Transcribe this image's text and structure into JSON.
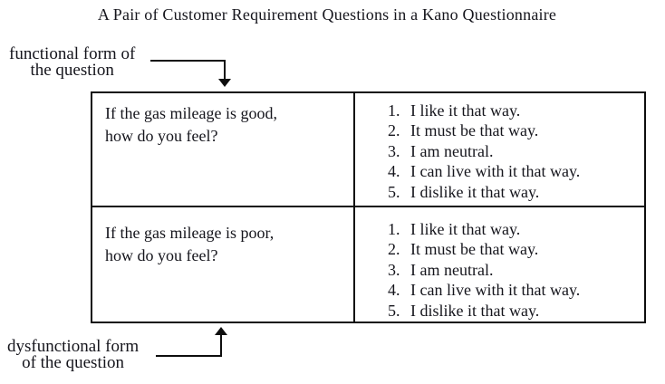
{
  "title": "A Pair of Customer Requirement Questions in a Kano Questionnaire",
  "labels": {
    "functional": {
      "line1": "functional form of",
      "line2": "the question"
    },
    "dysfunctional": {
      "line1": "dysfunctional form",
      "line2": "of the question"
    }
  },
  "table": {
    "rows": [
      {
        "form": "functional",
        "question": {
          "line1": "If the gas mileage is good,",
          "line2": "how do you feel?"
        },
        "options": [
          {
            "num": "1.",
            "text": "I like it that way."
          },
          {
            "num": "2.",
            "text": "It must be that way."
          },
          {
            "num": "3.",
            "text": "I am neutral."
          },
          {
            "num": "4.",
            "text": "I can live with it that way."
          },
          {
            "num": "5.",
            "text": "I dislike it that way."
          }
        ]
      },
      {
        "form": "dysfunctional",
        "question": {
          "line1": "If the gas mileage is poor,",
          "line2": "how do you feel?"
        },
        "options": [
          {
            "num": "1.",
            "text": "I like it that way."
          },
          {
            "num": "2.",
            "text": "It must be that way."
          },
          {
            "num": "3.",
            "text": "I am neutral."
          },
          {
            "num": "4.",
            "text": "I can live with it that way."
          },
          {
            "num": "5.",
            "text": "I dislike it that way."
          }
        ]
      }
    ]
  },
  "colors": {
    "background": "#ffffff",
    "text": "#15151c",
    "line": "#0e0e0e"
  }
}
